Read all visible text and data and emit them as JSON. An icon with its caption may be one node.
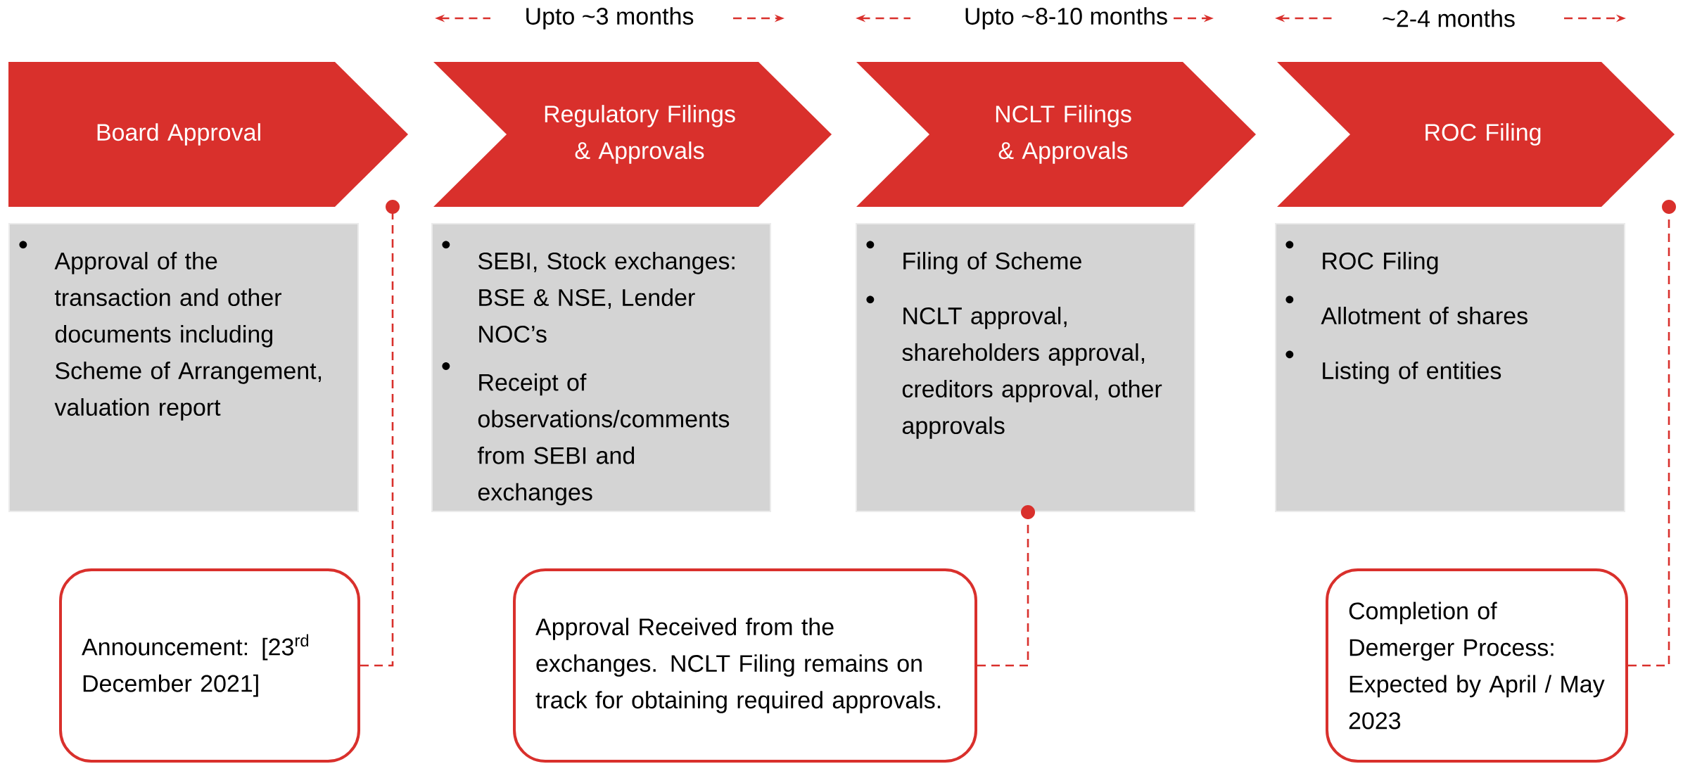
{
  "diagram": {
    "nodes": [
      {
        "text": [
          "Board Approval"
        ]
      },
      {
        "text": [
          "Regulatory Filings & Approvals"
        ]
      },
      {
        "text": [
          "NCLT Filings & Approvals"
        ]
      },
      {
        "text": [
          "ROC Filing"
        ]
      },
      {
        "text": [
          "Approval of the transaction and other documents including Scheme of Arrangement, valuation report"
        ]
      },
      {
        "text": [
          "SEBI, Stock exchanges: BSE & NSE, Lender NOC’s",
          "Receipt of observations/comments from SEBI and exchanges"
        ]
      },
      {
        "text": [
          "Filing of Scheme",
          "NCLT approval, shareholders approval, creditors approval, other approvals"
        ]
      },
      {
        "text": [
          "ROC Filing",
          "Allotment of shares",
          "Listing of entities"
        ]
      },
      {
        "text": [
          "Announcement: [23$^{rd}$ December 2021]"
        ]
      },
      {
        "text": [
          "Approval Received from the exchanges. NCLT Filing remains on track for obtaining required approvals."
        ]
      },
      {
        "text": [
          "Completion of Demerger Process: Expected by April / May 2023"
        ]
      }
    ],
    "edges": [
      {
        "from": 8,
        "to": null,
        "arrow": "other",
        "style": "dashed"
      },
      {
        "from": 9,
        "to": 6,
        "arrow": "other",
        "style": "dashed"
      },
      {
        "from": 10,
        "to": null,
        "arrow": "other",
        "style": "dashed"
      }
    ],
    "labels": [
      "Upto ~3 months",
      "Upto ~8-10 months",
      "~2-4 months"
    ]
  }
}
